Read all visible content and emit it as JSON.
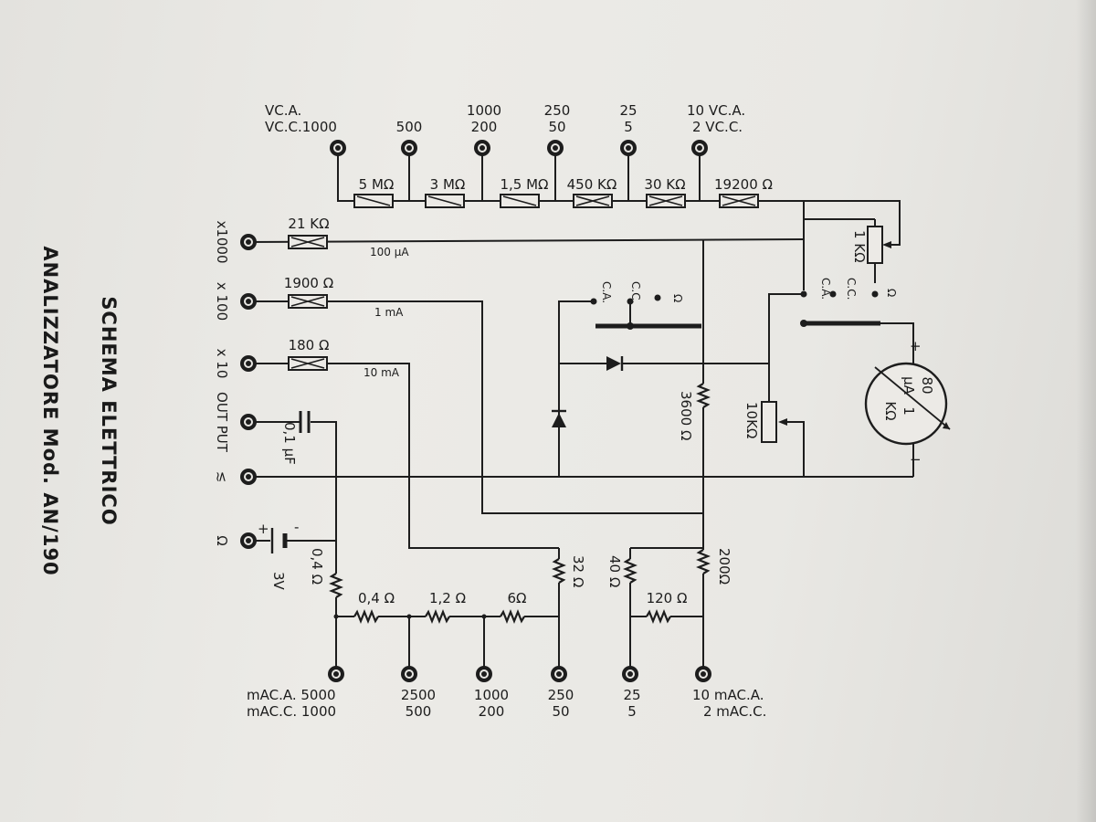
{
  "title": {
    "line1": "SCHEMA ELETTRICO",
    "line2": "ANALIZZATORE Mod. AN/190"
  },
  "volt_terminals": [
    {
      "top": "VC.A.",
      "bottom": "VC.C.1000"
    },
    {
      "top": "",
      "bottom": "500"
    },
    {
      "top": "1000",
      "bottom": "200"
    },
    {
      "top": "250",
      "bottom": "50"
    },
    {
      "top": "25",
      "bottom": "5"
    },
    {
      "top": "10 VC.A.",
      "bottom": "2 VC.C."
    }
  ],
  "volt_resistors": [
    "5 MΩ",
    "3 MΩ",
    "1,5 MΩ",
    "450 KΩ",
    "30 KΩ",
    "19200 Ω"
  ],
  "left_terminals": [
    "x1000",
    "x 100",
    "x 10",
    "OUT PUT",
    "≲",
    "Ω"
  ],
  "shunt_resistors": [
    "21 KΩ",
    "1900 Ω",
    "180 Ω"
  ],
  "current_labels": [
    "100 μA",
    "1 mA",
    "10 mA"
  ],
  "capacitor": "0,1 μF",
  "battery": {
    "voltage": "3V",
    "plus": "+",
    "minus": "-"
  },
  "ladder_resistors": [
    "0,4 Ω",
    "0,4 Ω",
    "1,2 Ω",
    "6Ω",
    "32 Ω",
    "40 Ω",
    "120 Ω",
    "200Ω"
  ],
  "misc_resistors": {
    "r3600": "3600 Ω",
    "r10k": "10KΩ",
    "r1k": "1 KΩ"
  },
  "switch_labels": {
    "omega": "Ω",
    "cc": "C.C.",
    "ca": "C.A."
  },
  "meter": {
    "line1": "80",
    "line2": "μA",
    "line3": "1",
    "line4": "KΩ",
    "plus": "+",
    "minus": "−"
  },
  "ma_terminals": [
    {
      "top": "mAC.A. 5000",
      "bottom": "mAC.C. 1000"
    },
    {
      "top": "2500",
      "bottom": "500"
    },
    {
      "top": "1000",
      "bottom": "200"
    },
    {
      "top": "250",
      "bottom": "50"
    },
    {
      "top": "25",
      "bottom": "5"
    },
    {
      "top": "10 mAC.A.",
      "bottom": "2 mAC.C."
    }
  ]
}
